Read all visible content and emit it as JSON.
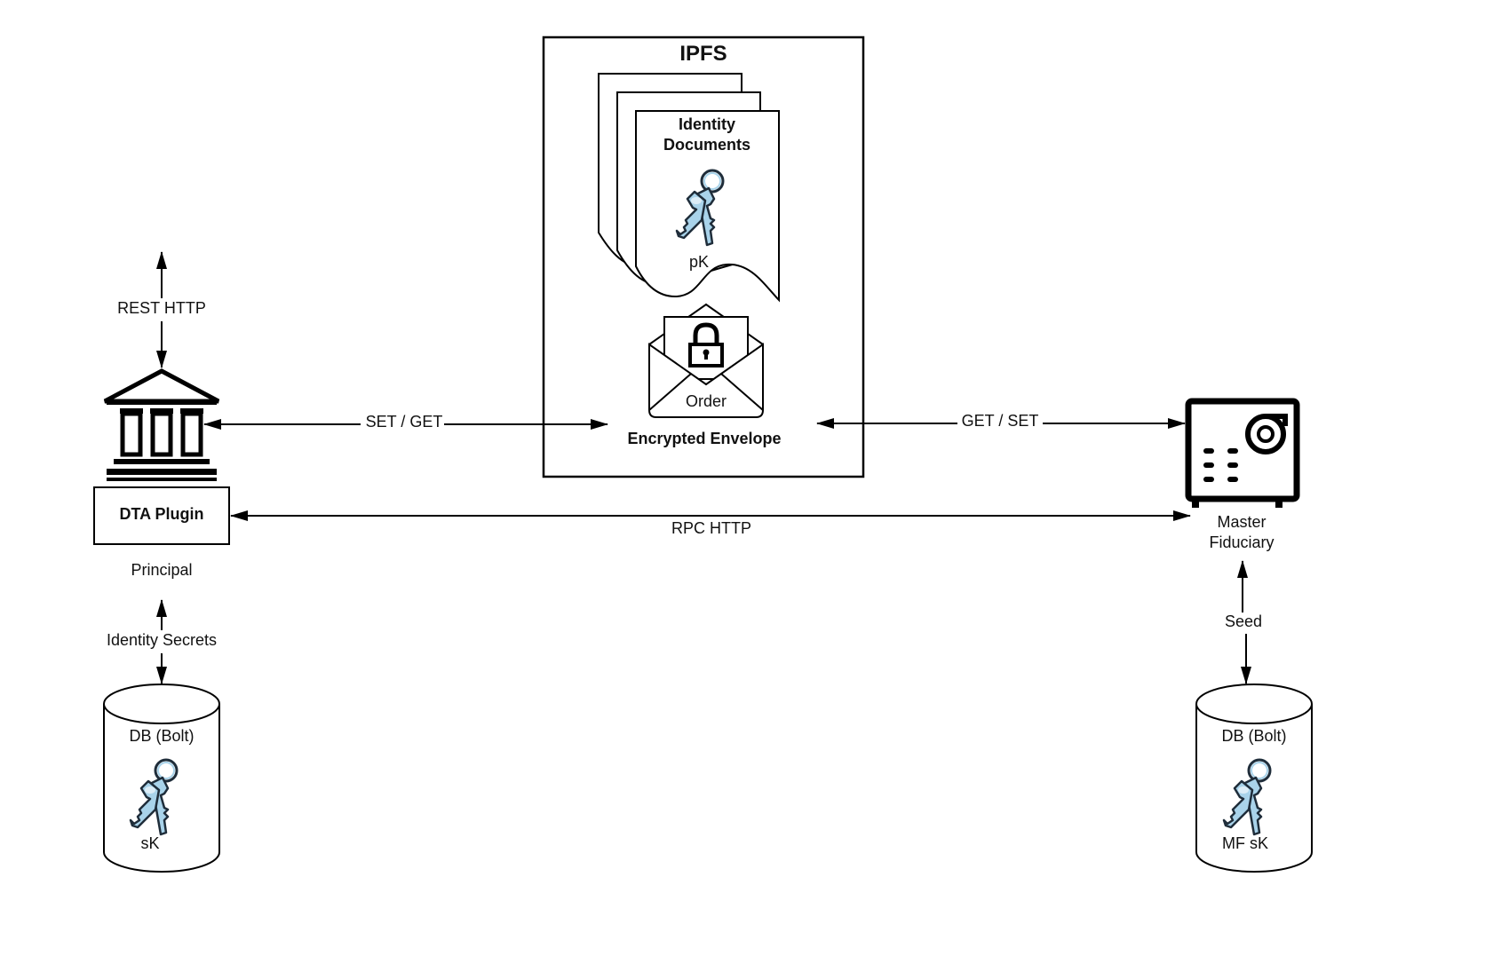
{
  "ipfs": {
    "title": "IPFS",
    "documents_label_line1": "Identity",
    "documents_label_line2": "Documents",
    "public_key_label": "pK",
    "envelope_order_label": "Order",
    "envelope_label": "Encrypted Envelope"
  },
  "principal": {
    "rest_label": "REST HTTP",
    "plugin_label": "DTA Plugin",
    "name": "Principal",
    "secrets_label": "Identity Secrets",
    "db_label": "DB (Bolt)",
    "key_label": "sK"
  },
  "fiduciary": {
    "name_line1": "Master",
    "name_line2": "Fiduciary",
    "seed_label": "Seed",
    "db_label": "DB (Bolt)",
    "key_label": "MF sK"
  },
  "connections": {
    "set_get_label": "SET / GET",
    "get_set_label": "GET / SET",
    "rpc_label": "RPC HTTP"
  },
  "colors": {
    "line": "#000000",
    "key_fill": "#a9d3ea",
    "key_stroke": "#1f2d3a",
    "background": "#ffffff"
  },
  "icons": [
    "bank-icon",
    "safe-icon",
    "key-icon",
    "envelope-icon",
    "lock-icon",
    "database-icon",
    "document-stack-icon"
  ]
}
